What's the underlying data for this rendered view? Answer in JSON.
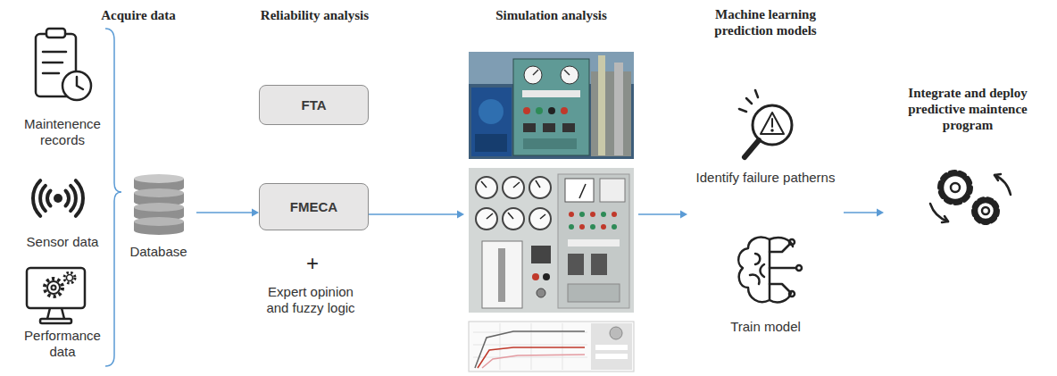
{
  "diagram": {
    "nodes": [
      {
        "text": [
          "Maintenence records"
        ]
      },
      {
        "text": [
          "Sensor data"
        ]
      },
      {
        "text": [
          "Performance data"
        ]
      },
      {
        "text": [
          "Database"
        ]
      },
      {
        "text": [
          "FTA"
        ]
      },
      {
        "text": [
          "FMECA"
        ]
      },
      {
        "text": [
          "Simulation analysis"
        ]
      },
      {
        "text": [
          "Machine learning prediction models",
          "Identify failure patherns",
          "Train model"
        ]
      },
      {
        "text": [
          "Integrate and deploy predictive maintence program"
        ]
      }
    ],
    "edges": [
      {
        "from": 3,
        "to": 5,
        "arrow": "to"
      },
      {
        "from": 5,
        "to": 6,
        "arrow": "to"
      },
      {
        "from": 6,
        "to": 7,
        "arrow": "to"
      },
      {
        "from": 7,
        "to": 8,
        "arrow": "to"
      }
    ],
    "labels": [
      "Acquire data",
      "Reliability analysis",
      "+",
      "Expert opinion and fuzzy logic"
    ]
  }
}
